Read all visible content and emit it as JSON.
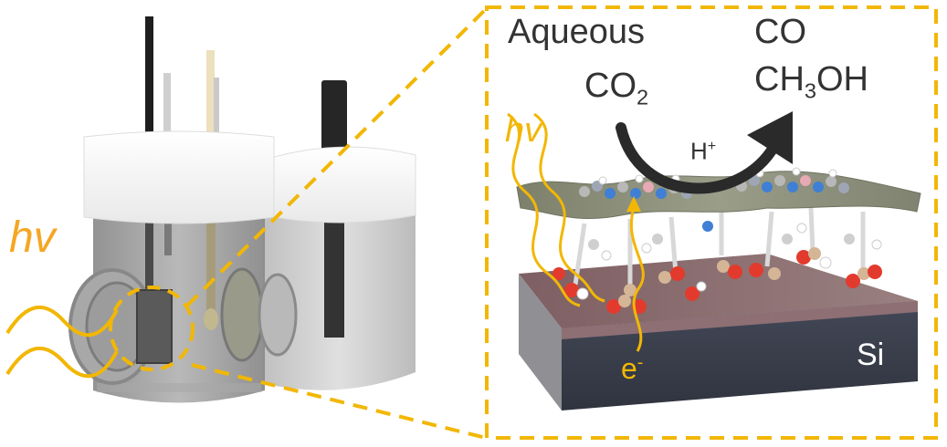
{
  "light_label_left": "hv",
  "light_label_right": "hv",
  "reactant": {
    "line1": "Aqueous",
    "formula_main": "CO",
    "formula_sub": "2"
  },
  "products": {
    "line1": "CO",
    "formula_part1": "CH",
    "formula_sub": "3",
    "formula_part2": "OH"
  },
  "proton": {
    "main": "H",
    "sup": "+"
  },
  "electron": {
    "main": "e",
    "sup": "-"
  },
  "substrate_label": "Si",
  "colors": {
    "accent_orange": "#f2b705",
    "cell_gray": "#9a9a9a",
    "cap_white": "#f4f4f4",
    "layer_olive": "#8a8e78",
    "si_dark": "#3a3f4d",
    "oxide_tint": "#8c6a6a",
    "arrow_dark": "#2a2a2a"
  }
}
